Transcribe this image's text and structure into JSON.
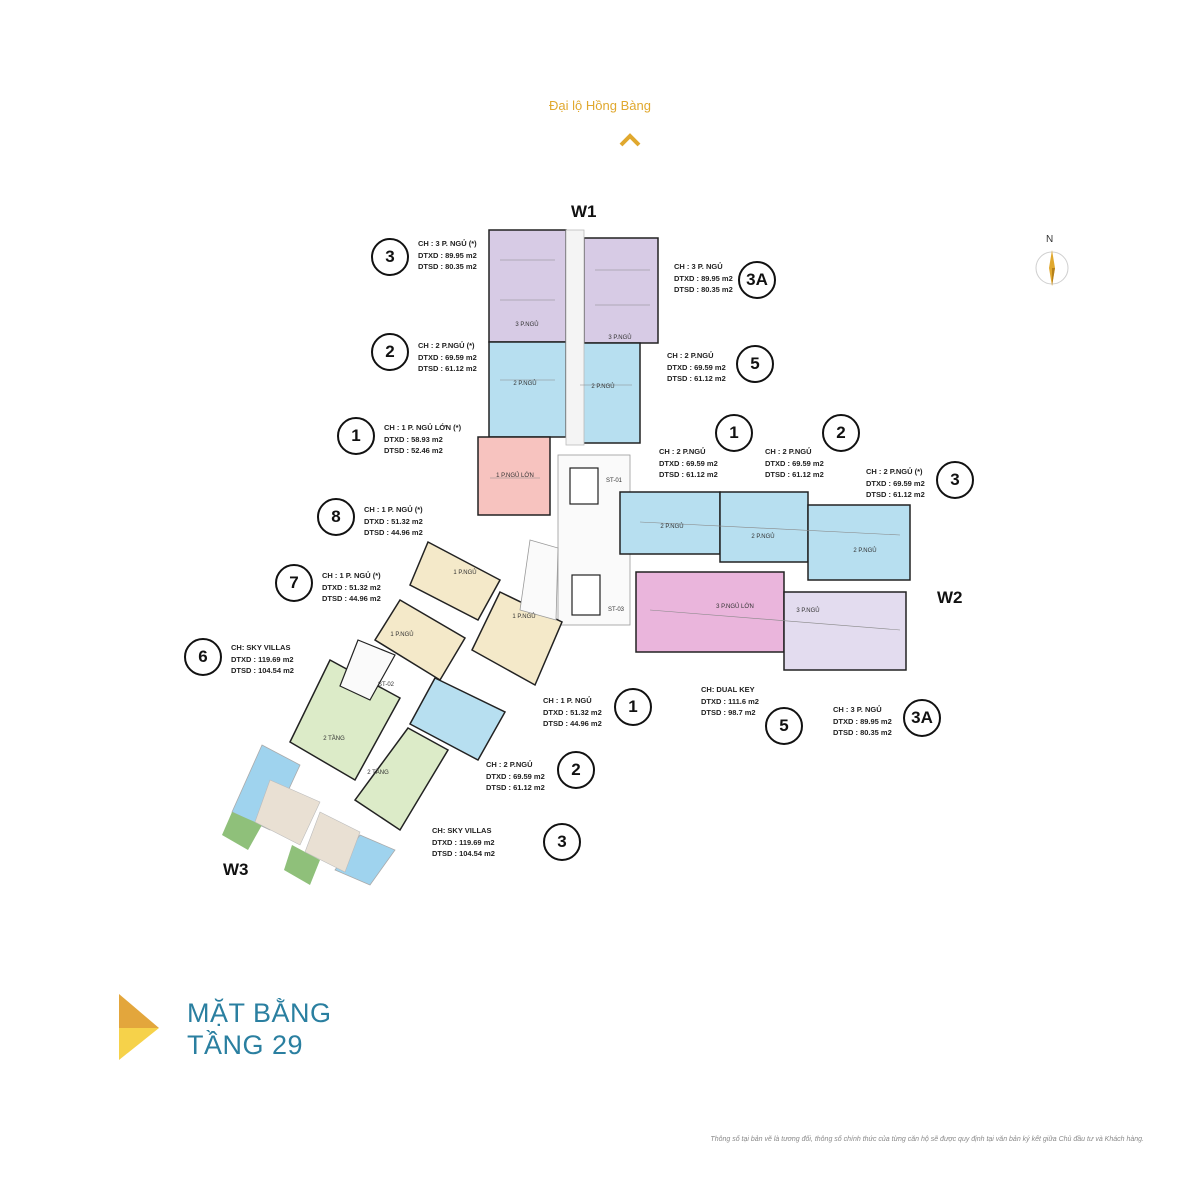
{
  "street_label": "Đại lộ Hồng Bàng",
  "compass": {
    "label": "N"
  },
  "wings": {
    "w1": "W1",
    "w2": "W2",
    "w3": "W3"
  },
  "colors": {
    "purple": "#d7cbe5",
    "blue": "#b7dff0",
    "pink": "#f7c3bf",
    "yellow": "#f4e9c9",
    "green": "#dcebc8",
    "magenta": "#eab5dc",
    "lavender": "#e3dcef",
    "title": "#2a7fa0",
    "accent": "#e0a82e"
  },
  "units": [
    {
      "num": "3",
      "l1": "CH : 3 P. NGỦ (*)",
      "l2": "DTXD : 89.95 m2",
      "l3": "DTSD : 80.35 m2"
    },
    {
      "num": "3A",
      "l1": "CH : 3 P. NGỦ",
      "l2": "DTXD : 89.95 m2",
      "l3": "DTSD : 80.35 m2"
    },
    {
      "num": "2",
      "l1": "CH : 2 P.NGỦ (*)",
      "l2": "DTXD : 69.59 m2",
      "l3": "DTSD : 61.12 m2"
    },
    {
      "num": "5",
      "l1": "CH : 2 P.NGỦ",
      "l2": "DTXD : 69.59 m2",
      "l3": "DTSD : 61.12 m2"
    },
    {
      "num": "1",
      "l1": "CH : 1 P. NGỦ LỚN (*)",
      "l2": "DTXD : 58.93 m2",
      "l3": "DTSD : 52.46 m2"
    },
    {
      "num": "1",
      "l1": "CH : 2 P.NGỦ",
      "l2": "DTXD : 69.59 m2",
      "l3": "DTSD : 61.12 m2"
    },
    {
      "num": "2",
      "l1": "CH : 2 P.NGỦ",
      "l2": "DTXD : 69.59 m2",
      "l3": "DTSD : 61.12 m2"
    },
    {
      "num": "3",
      "l1": "CH : 2 P.NGỦ (*)",
      "l2": "DTXD : 69.59 m2",
      "l3": "DTSD : 61.12 m2"
    },
    {
      "num": "8",
      "l1": "CH : 1 P. NGỦ (*)",
      "l2": "DTXD : 51.32 m2",
      "l3": "DTSD : 44.96 m2"
    },
    {
      "num": "7",
      "l1": "CH : 1 P. NGỦ (*)",
      "l2": "DTXD : 51.32 m2",
      "l3": "DTSD : 44.96 m2"
    },
    {
      "num": "6",
      "l1": "CH: SKY VILLAS",
      "l2": "DTXD : 119.69 m2",
      "l3": "DTSD : 104.54 m2"
    },
    {
      "num": "1",
      "l1": "CH : 1 P. NGỦ",
      "l2": "DTXD : 51.32 m2",
      "l3": "DTSD : 44.96 m2"
    },
    {
      "num": "2",
      "l1": "CH : 2 P.NGỦ",
      "l2": "DTXD : 69.59 m2",
      "l3": "DTSD : 61.12 m2"
    },
    {
      "num": "3",
      "l1": "CH: SKY VILLAS",
      "l2": "DTXD : 119.69 m2",
      "l3": "DTSD : 104.54 m2"
    },
    {
      "num": "5",
      "l1": "CH: DUAL KEY",
      "l2": "DTXD : 111.6 m2",
      "l3": "DTSD : 98.7 m2"
    },
    {
      "num": "3A",
      "l1": "CH : 3 P. NGỦ",
      "l2": "DTXD : 89.95 m2",
      "l3": "DTSD : 80.35 m2"
    }
  ],
  "plan_labels": {
    "w1_3pn_a": "3 P.NGỦ",
    "w1_3pn_b": "3 P.NGỦ",
    "w1_2pn_a": "2 P.NGỦ",
    "w1_2pn_b": "2 P.NGỦ",
    "w1_1pn": "1 P.NGỦ LỚN",
    "w2_2pn_a": "2 P.NGỦ",
    "w2_2pn_b": "2 P.NGỦ",
    "w2_2pn_c": "2 P.NGỦ",
    "w2_dual": "3 P.NGỦ LỚN",
    "w2_3pn": "3 P.NGỦ",
    "w3_1pn_a": "1 P.NGỦ",
    "w3_1pn_b": "1 P.NGỦ",
    "w3_1pn_c": "1 P.NGỦ",
    "w3_2tang_a": "2 TẦNG",
    "w3_2tang_b": "2 TẦNG",
    "st01": "ST-01",
    "st02": "ST-02",
    "st03": "ST-03"
  },
  "title": {
    "line1": "MẶT BẰNG",
    "line2": "TẦNG 29"
  },
  "disclaimer": "Thông số tại bản vẽ là tương đối, thông số chính thức của từng căn hộ sẽ được quy định tại văn bản ký kết giữa Chủ đầu tư và Khách hàng."
}
